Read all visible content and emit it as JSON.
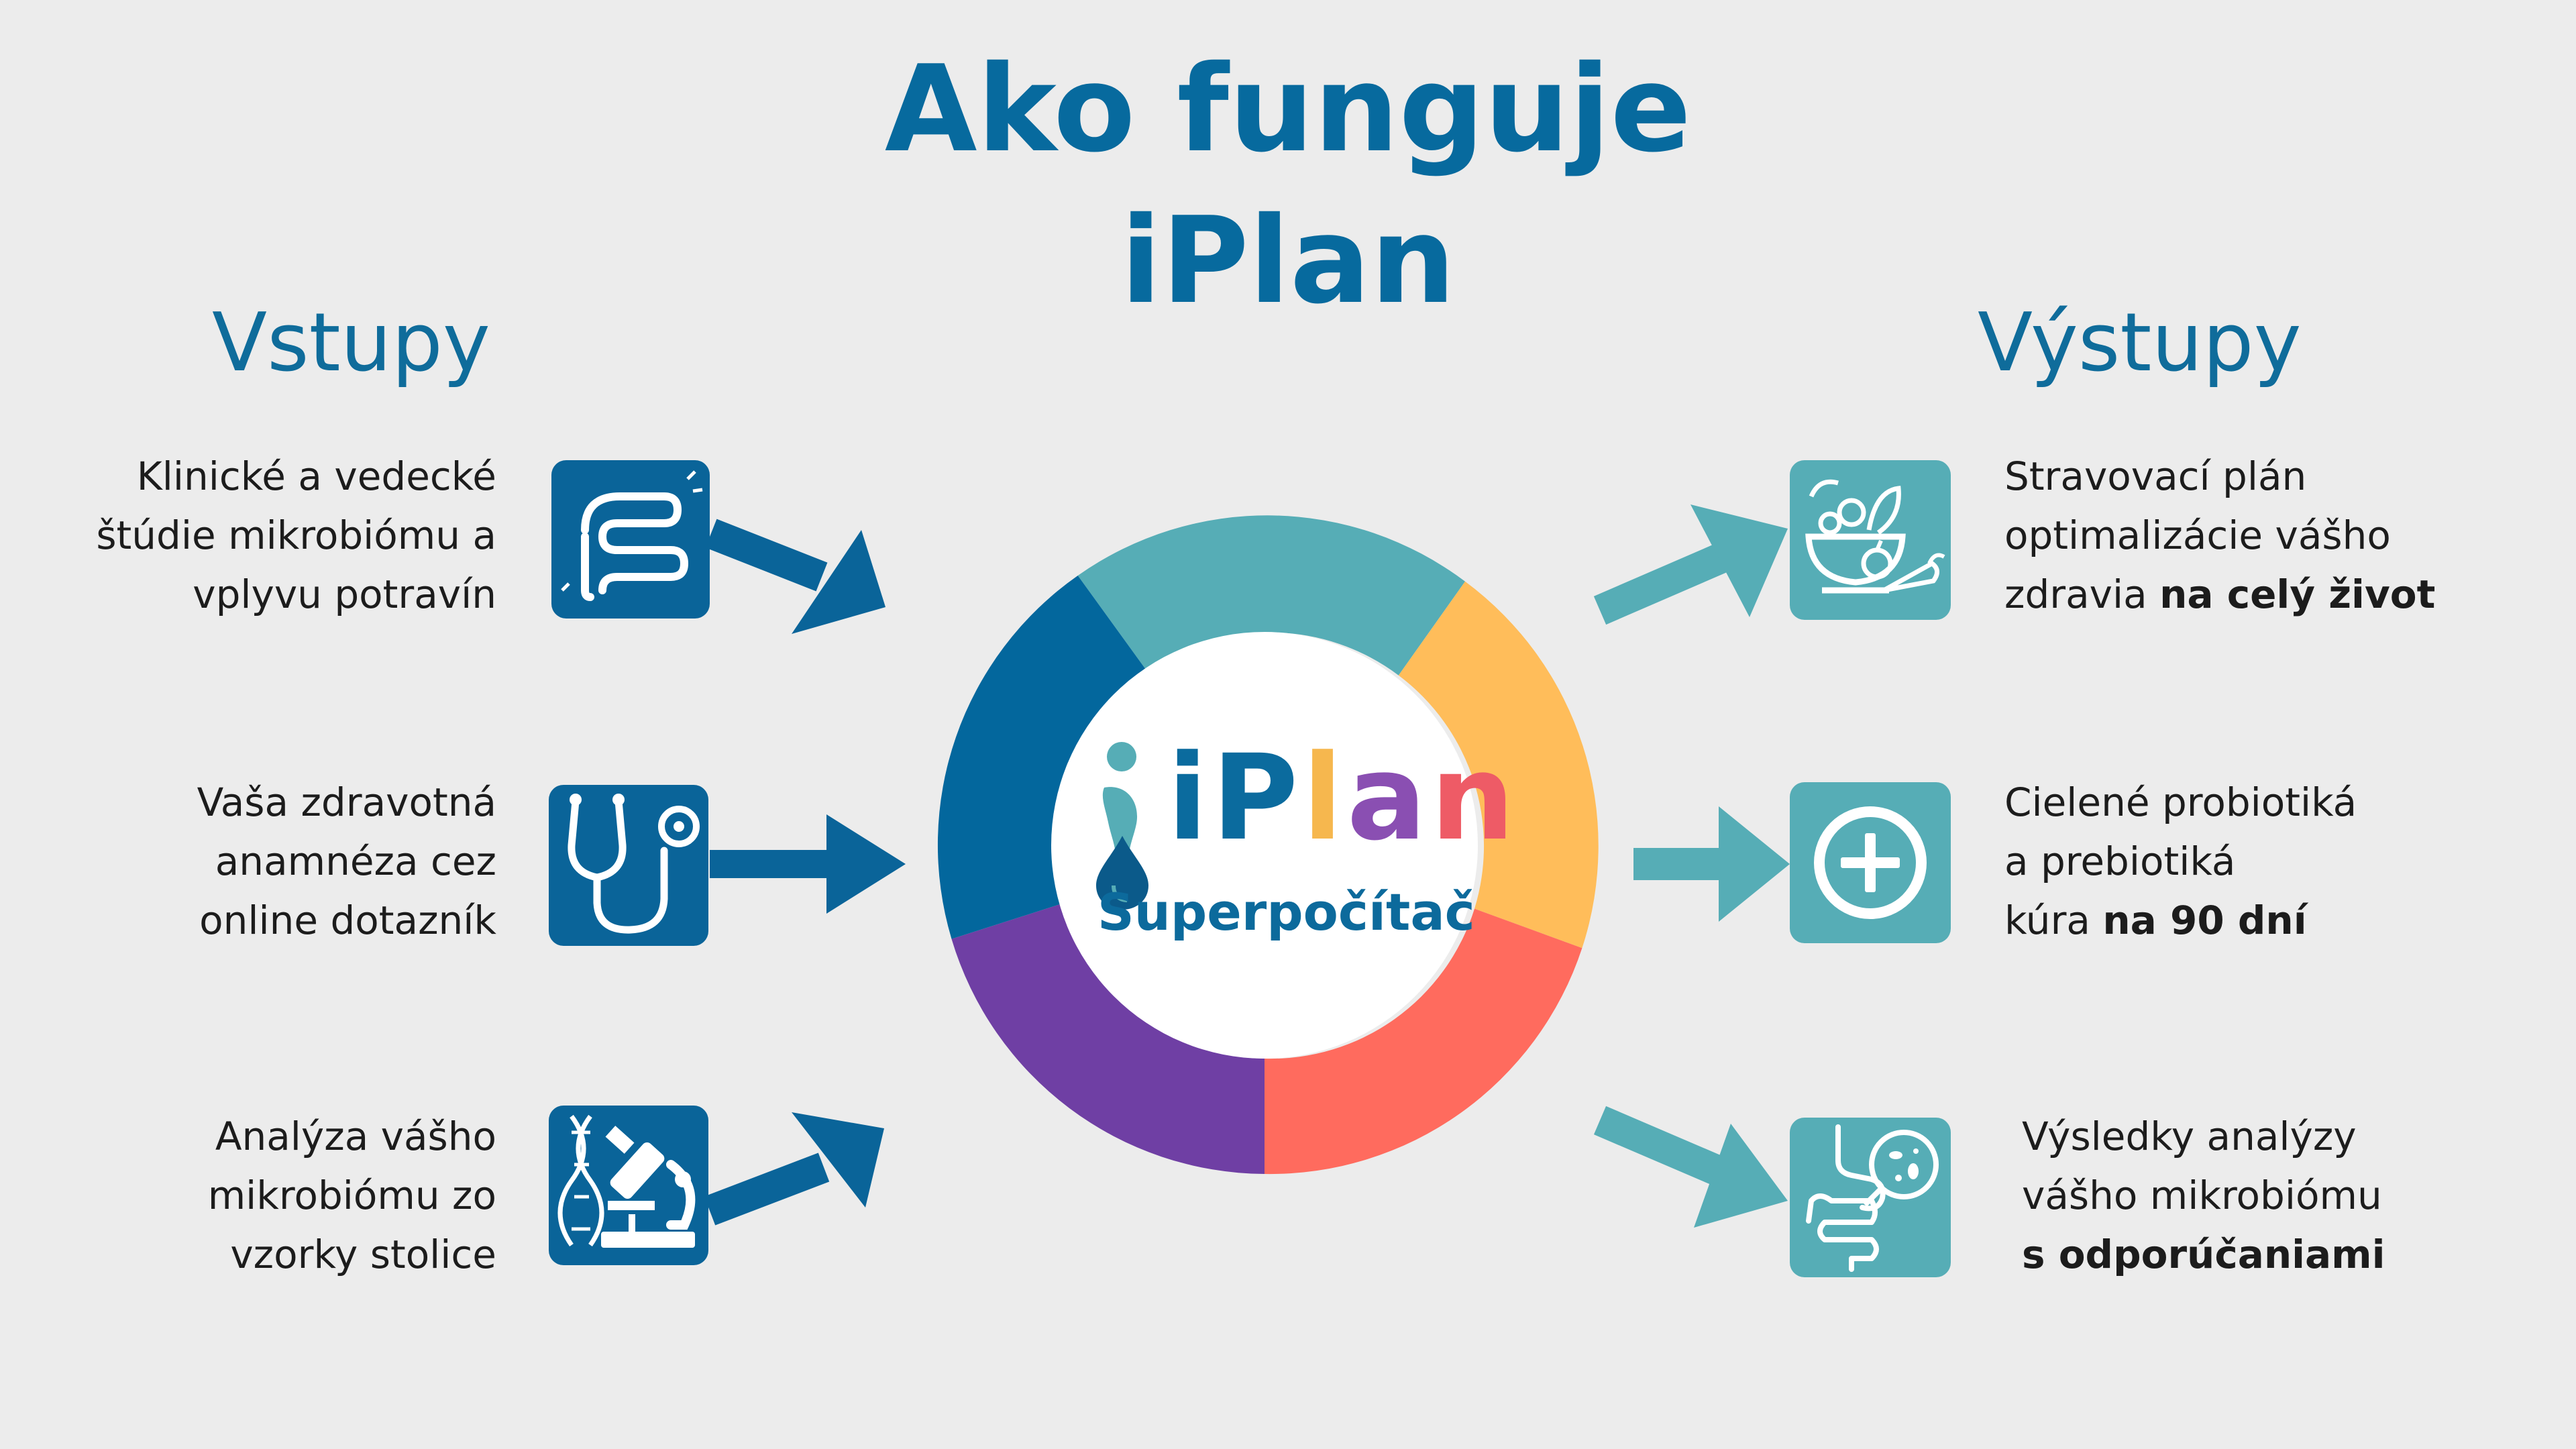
{
  "title": {
    "line1": "Ako funguje",
    "line2": "iPlan"
  },
  "inputs": {
    "heading": "Vstupy",
    "items": [
      {
        "icon": "intestine-icon",
        "lines": [
          "Klinické a vedecké",
          "štúdie mikrobiómu a",
          "vplyvu potravín"
        ]
      },
      {
        "icon": "stethoscope-icon",
        "lines": [
          "Vaša zdravotná",
          "anamnéza cez",
          "online dotazník"
        ]
      },
      {
        "icon": "microscope-dna-icon",
        "lines": [
          "Analýza vášho",
          "mikrobiómu zo",
          "vzorky stolice"
        ]
      }
    ]
  },
  "outputs": {
    "heading": "Výstupy",
    "items": [
      {
        "icon": "food-bowl-icon",
        "lines": [
          "Stravovací plán",
          "optimalizácie vášho",
          "zdravia "
        ],
        "bold": "na celý život"
      },
      {
        "icon": "plus-circle-icon",
        "lines": [
          "Cielené probiotiká",
          "a prebiotiká",
          "kúra "
        ],
        "bold": "na 90 dní"
      },
      {
        "icon": "digestive-system-icon",
        "lines": [
          "Výsledky analýzy",
          "vášho mikrobiómu"
        ],
        "bold": "s odporúčaniami"
      }
    ]
  },
  "center": {
    "logo_letters": [
      "i",
      "P",
      "l",
      "a",
      "n"
    ],
    "logo_letter_colors": [
      "#0b6b9e",
      "#0b6b9e",
      "#f6b74e",
      "#8a4fb2",
      "#ee5b66"
    ],
    "subtitle": "Superpočítač",
    "ring_colors": [
      "#56adb6",
      "#ffbd5a",
      "#ff6b5e",
      "#6f3fa4",
      "#03679d"
    ]
  },
  "colors": {
    "input_accent": "#0a6499",
    "output_accent": "#56adb6",
    "title": "#076a9e"
  }
}
